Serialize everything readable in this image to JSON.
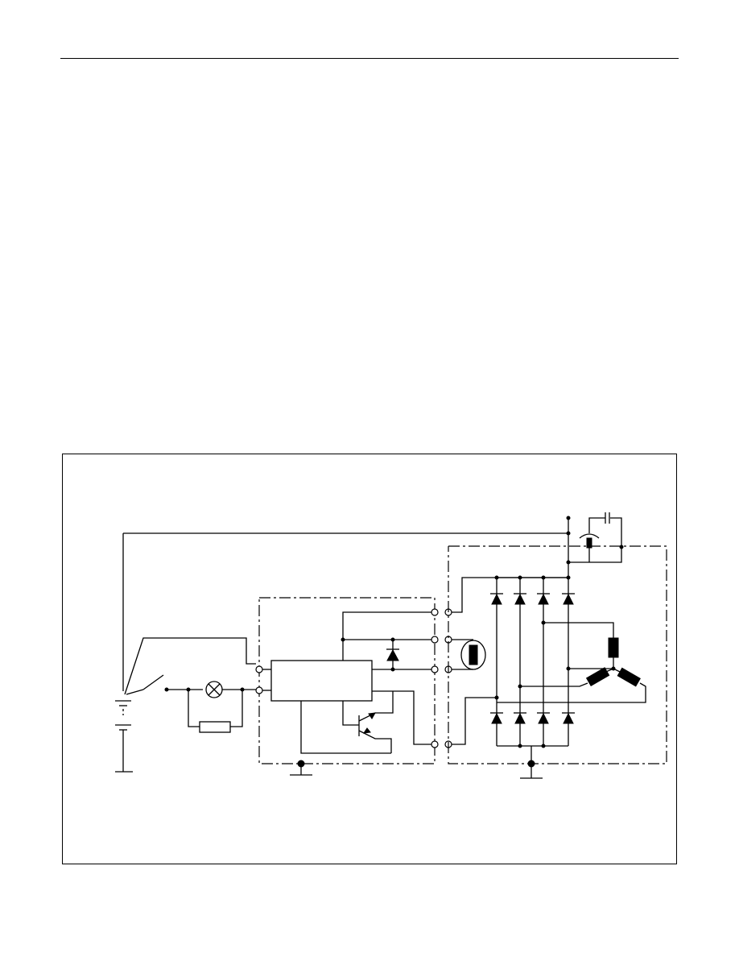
{
  "page": {
    "header_rule": true
  },
  "figure": {
    "type": "alternator charging circuit schematic",
    "components": [
      "battery",
      "ignition-switch",
      "charge-warning-lamp",
      "lamp-bypass-resistor",
      "voltage-regulator-ic",
      "regulator-transistor",
      "regulator-diode",
      "rotor-field-coil",
      "stator-windings",
      "rectifier-diodes",
      "suppression-capacitor",
      "ground"
    ]
  }
}
